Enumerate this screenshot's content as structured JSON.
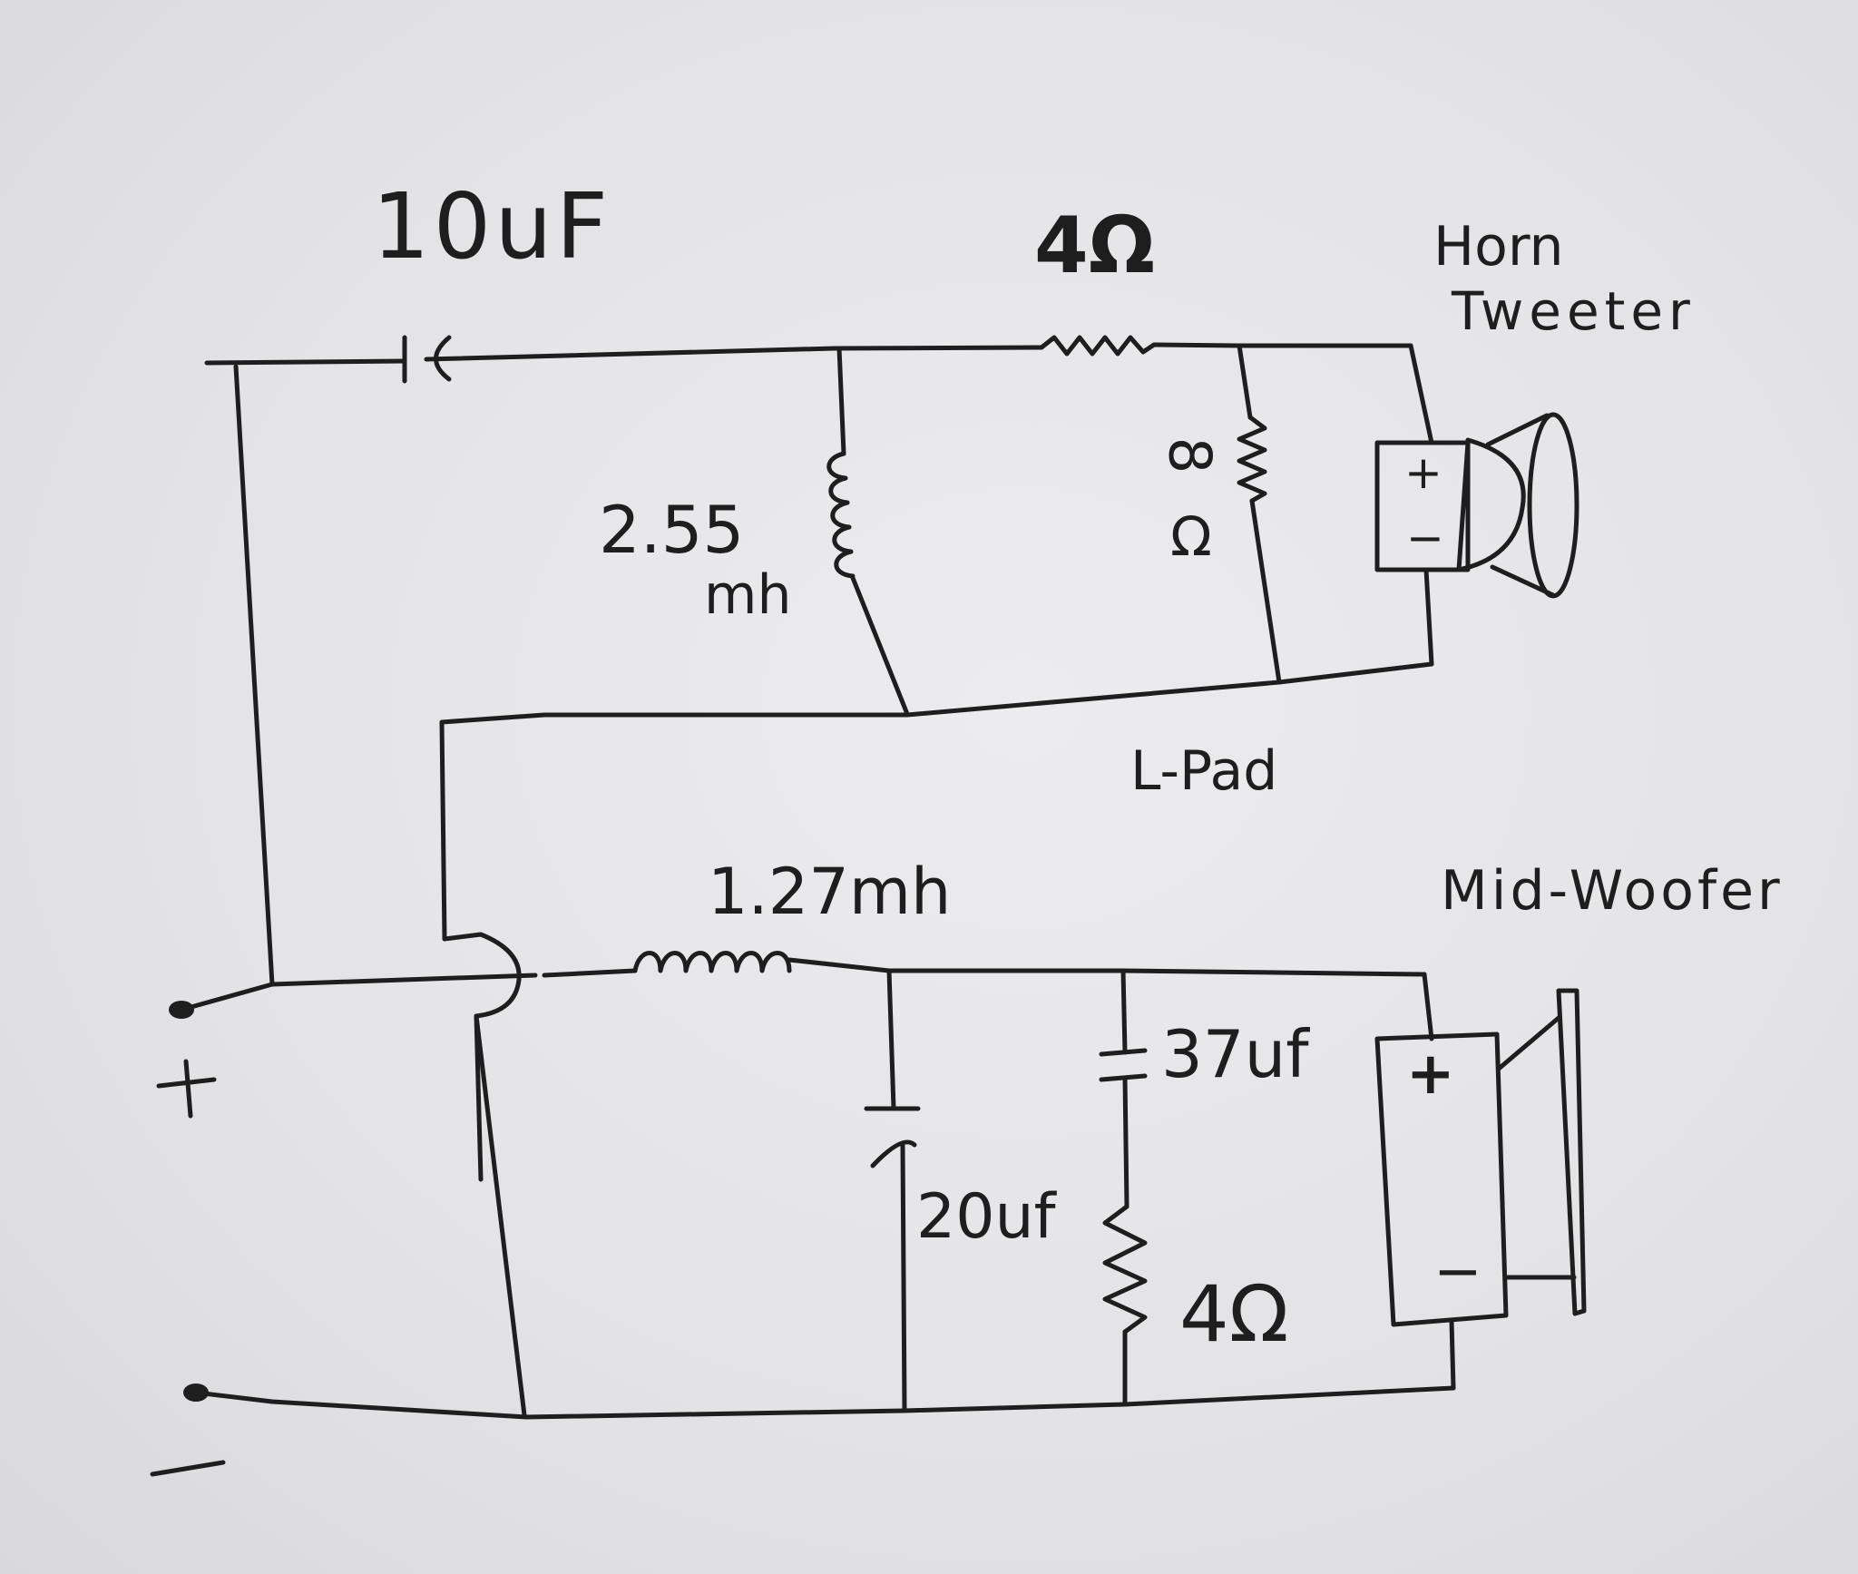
{
  "labels": {
    "c_10uf": "10uF",
    "r_4ohm_top": "4Ω",
    "horn_line1": "Horn",
    "horn_line2": "Tweeter",
    "l_255_a": "2.55",
    "l_255_b": "mh",
    "r_8_a": "8",
    "r_8_b": "Ω",
    "lpad": "L-Pad",
    "l_127": "1.27mh",
    "midwoofer": "Mid-Woofer",
    "c_37uf": "37uf",
    "c_20uf": "20uf",
    "r_4ohm_bottom": "4Ω",
    "term_plus": "+",
    "term_minus": "−",
    "tw_plus": "+",
    "tw_minus": "−",
    "wf_plus": "+",
    "wf_minus": "−"
  }
}
